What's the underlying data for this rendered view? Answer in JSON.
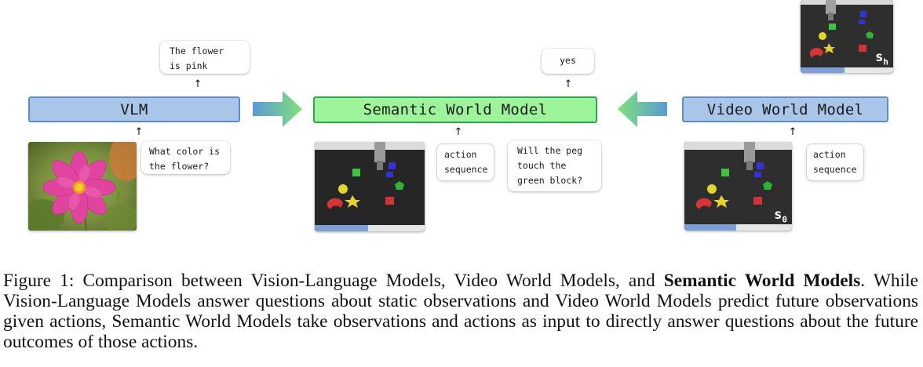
{
  "figure": {
    "vlm": {
      "label": "VLM",
      "question": "What color is\nthe flower?",
      "answer": "The flower\nis pink"
    },
    "swm": {
      "label": "Semantic World Model",
      "action": "action\nsequence",
      "question": "Will the peg\ntouch the\ngreen block?",
      "answer": "yes"
    },
    "vwm": {
      "label": "Video World Model",
      "action": "action\nsequence",
      "start_state": "s",
      "start_sub": "0",
      "end_state": "s",
      "end_sub": "h"
    },
    "colors": {
      "blue_fill": "#a9c6e8",
      "blue_border": "#5b8fcc",
      "green_fill": "#9ef49a",
      "green_border": "#2aa84a",
      "flower": "#e0449e"
    }
  },
  "caption": {
    "label": "Figure 1:",
    "lead": "Comparison between Vision-Language Models, Video World Models, and",
    "bold": "Semantic World Models",
    "end": ".",
    "body": "While Vision-Language Models answer questions about static observations and Video World Models predict future observations given actions, Semantic World Models take observations and actions as input to directly answer questions about the future outcomes of those actions."
  }
}
